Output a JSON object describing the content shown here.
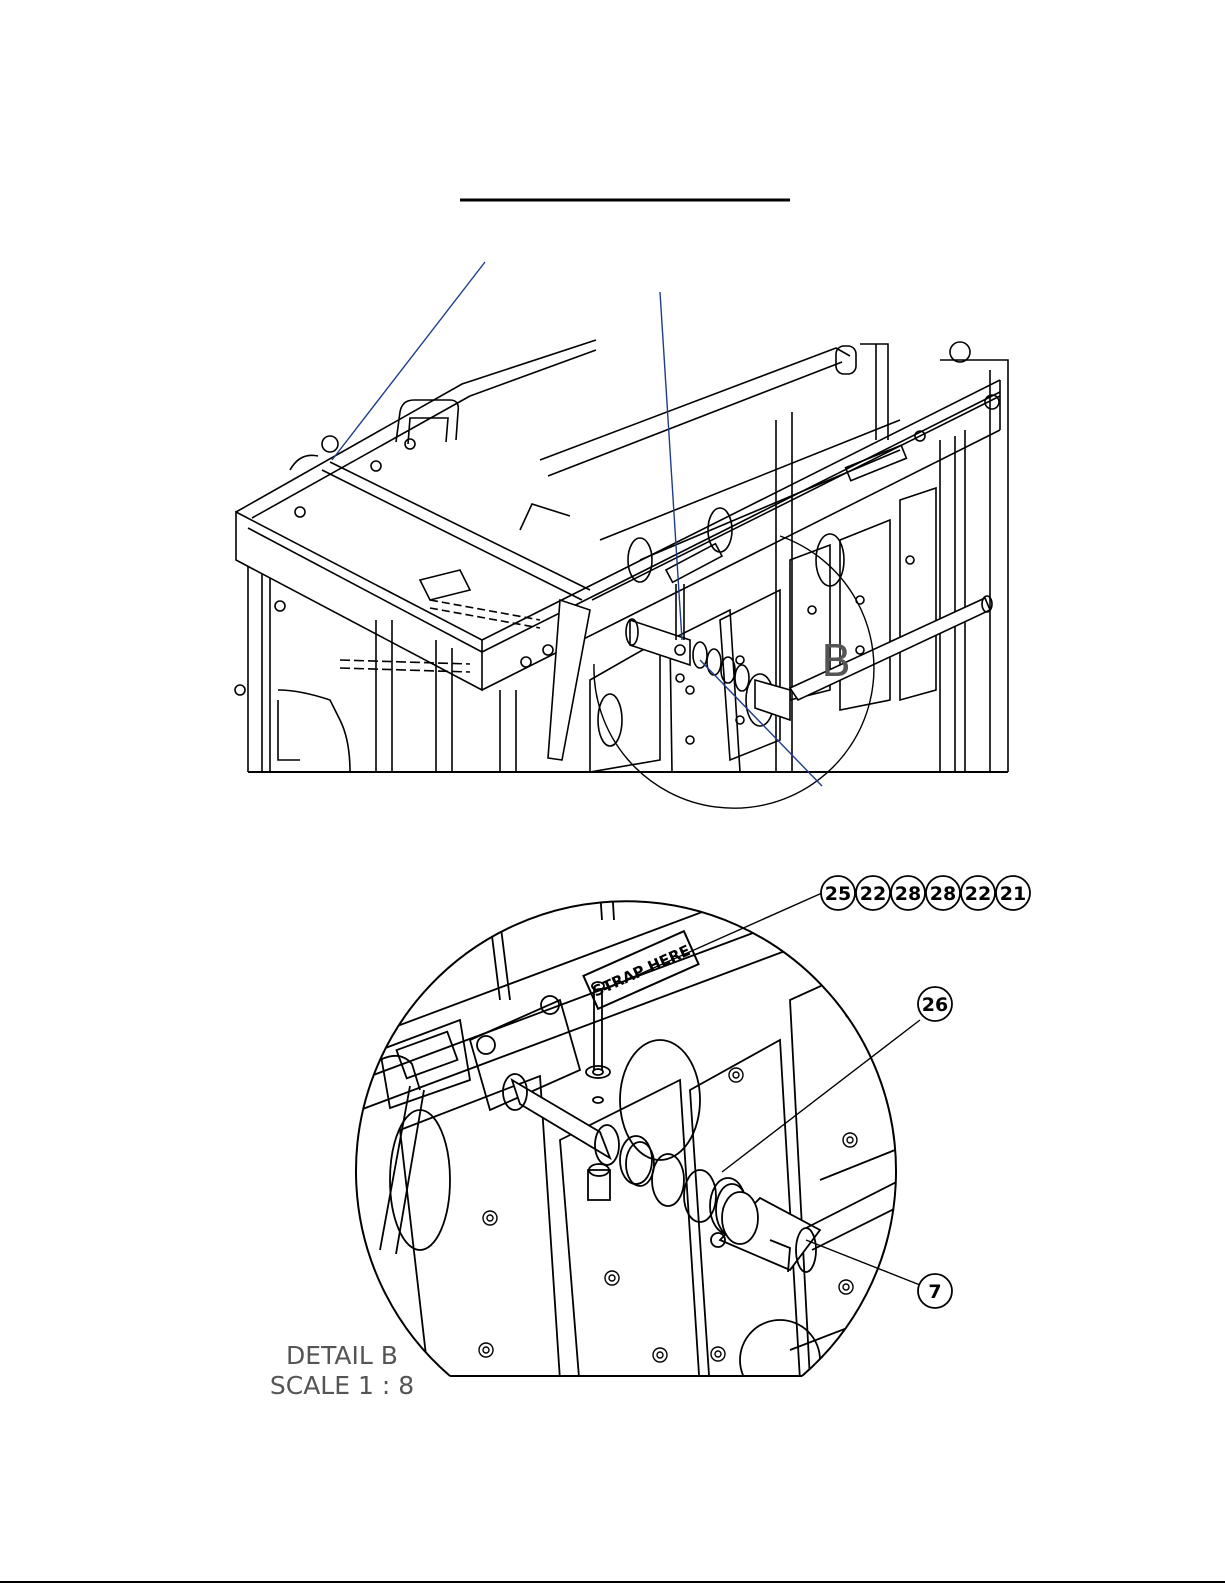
{
  "view_label": "B",
  "detail": {
    "title": "DETAIL B",
    "scale": "SCALE 1 : 8"
  },
  "plate_label": "STRAP HERE",
  "balloons": {
    "top_row": [
      "25",
      "22",
      "28",
      "28",
      "22",
      "21"
    ],
    "right_upper": "26",
    "right_lower": "7"
  },
  "colors": {
    "linework": "#000000",
    "leader_blue": "#1f3d8a",
    "paper": "#ffffff",
    "label_gray": "#555555"
  }
}
